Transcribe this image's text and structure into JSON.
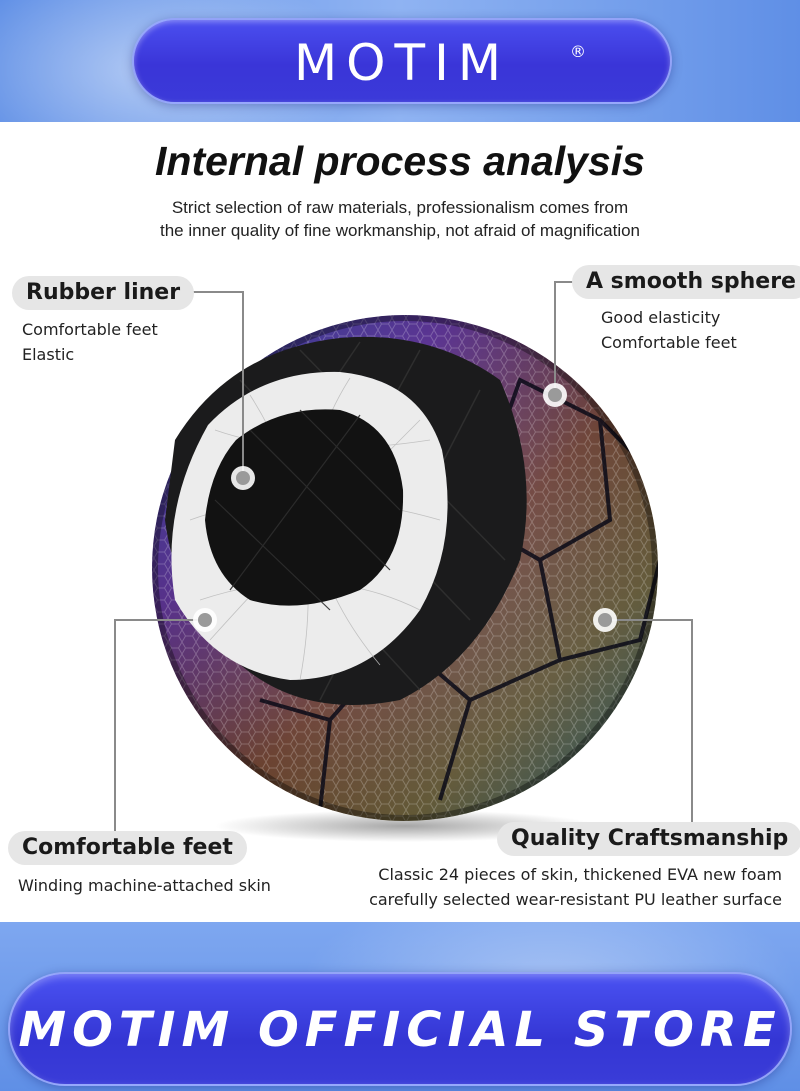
{
  "brand": {
    "logo": "MOTIM",
    "registered": "®"
  },
  "title": "Internal process analysis",
  "subtitle_lines": [
    "Strict selection of raw materials, professionalism comes from",
    "the inner quality of fine workmanship, not afraid of magnification"
  ],
  "features": {
    "rubber_liner": {
      "label": "Rubber liner",
      "lines": [
        "Comfortable feet",
        "Elastic"
      ]
    },
    "smooth_sphere": {
      "label": "A smooth sphere",
      "lines": [
        "Good elasticity",
        "Comfortable feet"
      ]
    },
    "comfortable_feet": {
      "label": "Comfortable feet",
      "lines": [
        "Winding machine-attached skin"
      ]
    },
    "quality_craftsmanship": {
      "label": "Quality Craftsmanship",
      "lines": [
        "Classic 24 pieces of skin, thickened EVA new foam",
        "carefully selected wear-resistant PU leather surface"
      ]
    }
  },
  "store": "MOTIM OFFICIAL STORE",
  "icons": {
    "ball": "soccer-ball-cutaway-image",
    "marker": "marker-dot-icon"
  },
  "colors": {
    "band": "#5f8fe6",
    "pill": "#3a35d8",
    "label_bg": "#e6e6e6"
  }
}
